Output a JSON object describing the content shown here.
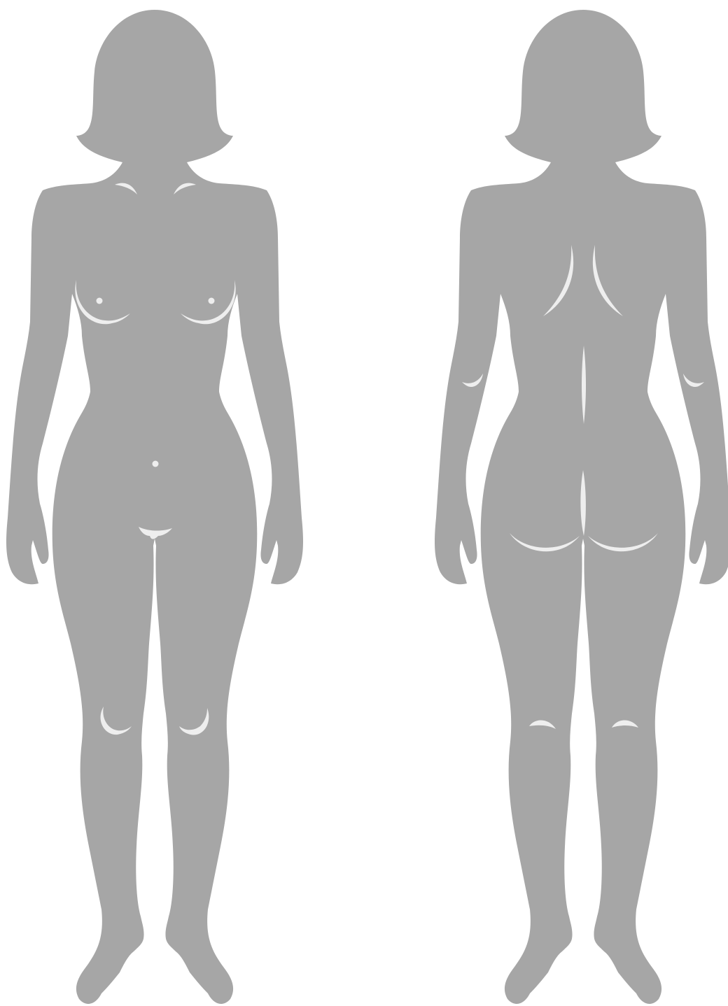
{
  "diagram": {
    "type": "body-outline",
    "views": [
      "front",
      "back"
    ],
    "figure": "female",
    "colors": {
      "background": "#ffffff",
      "body": "#a6a6a6",
      "marks": "#eeeeee"
    }
  }
}
